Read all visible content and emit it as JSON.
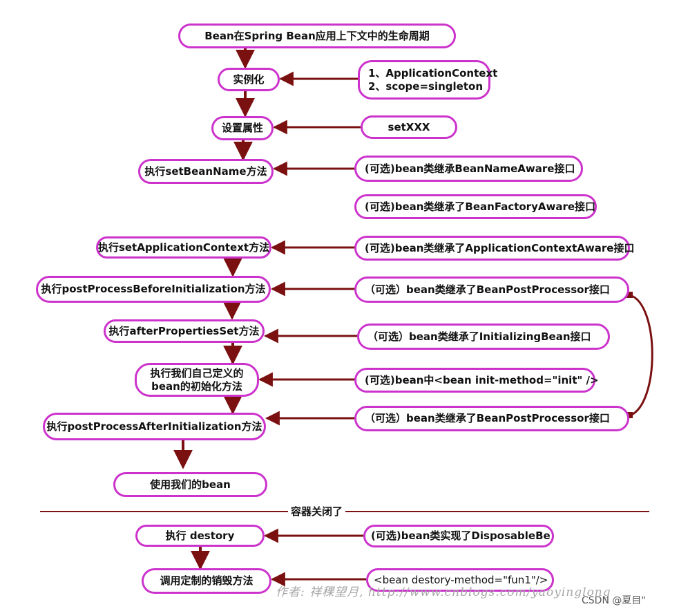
{
  "diagram": {
    "title": "Bean在Spring Bean应用上下文中的生命周期",
    "main_steps": {
      "instantiate": "实例化",
      "set_properties": "设置属性",
      "set_bean_name": "执行setBeanName方法",
      "set_application_context": "执行setApplicationContext方法",
      "post_process_before": "执行postProcessBeforeInitialization方法",
      "after_properties_set": "执行afterPropertiesSet方法",
      "custom_init_line1": "执行我们自己定义的",
      "custom_init_line2": "bean的初始化方法",
      "post_process_after": "执行postProcessAfterInitialization方法",
      "use_bean": "使用我们的bean",
      "destroy": "执行 destory",
      "custom_destroy": "调用定制的销毁方法"
    },
    "side_notes": {
      "instantiate_line1": "1、ApplicationContext",
      "instantiate_line2": "2、scope=singleton",
      "set_xxx": "setXXX",
      "bean_name_aware": "(可选)bean类继承BeanNameAware接口",
      "bean_factory_aware": "(可选)bean类继承了BeanFactoryAware接口",
      "application_context_aware": "(可选)bean类继承了ApplicationContextAware接口",
      "bean_post_processor_before": "（可选）bean类继承了BeanPostProcessor接口",
      "initializing_bean": "（可选）bean类继承了InitializingBean接口",
      "init_method": "(可选)bean中<bean init-method=\"init\" />",
      "bean_post_processor_after": "（可选）bean类继承了BeanPostProcessor接口",
      "disposable_bean": "(可选)bean类实现了DisposableBe",
      "destroy_method": "<bean destory-method=\"fun1\"/>"
    },
    "container_closed": "容器关闭了",
    "watermark": "作者: 祥稞望月, http://www.cnblogs.com/yaoyinglong",
    "csdn_mark": "CSDN @夏目\"",
    "colors": {
      "border": "#cc33cc",
      "arrow": "#7a1010",
      "divider": "#7a1010",
      "text": "#111111"
    }
  }
}
